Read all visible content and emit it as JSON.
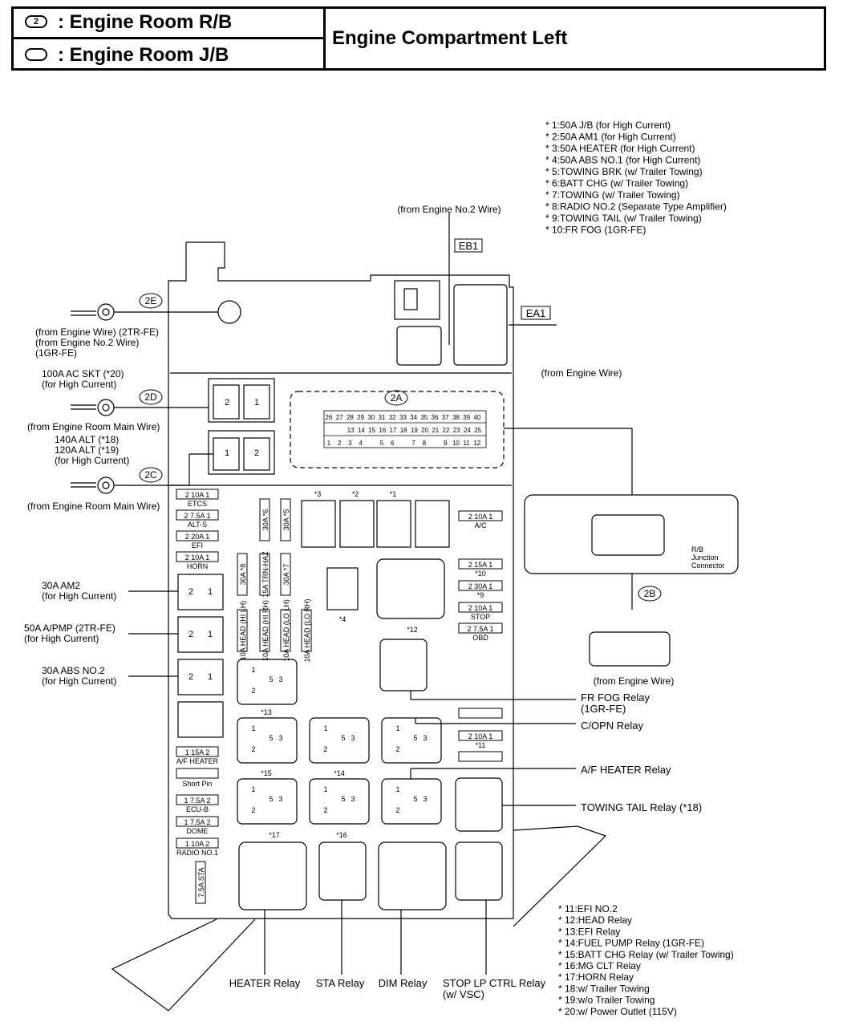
{
  "legend": {
    "r_b_symbol": "2",
    "r_b_label": ": Engine Room R/B",
    "j_b_label": ": Engine Room J/B"
  },
  "title": "Engine Compartment Left",
  "notes_top": [
    "* 1:50A J/B (for High Current)",
    "* 2:50A AM1 (for High Current)",
    "* 3:50A HEATER (for High Current)",
    "* 4:50A ABS NO.1 (for High Current)",
    "* 5:TOWING BRK (w/ Trailer Towing)",
    "* 6:BATT CHG (w/ Trailer Towing)",
    "* 7:TOWING (w/ Trailer Towing)",
    "* 8:RADIO NO.2 (Separate Type Amplifier)",
    "* 9:TOWING TAIL (w/ Trailer Towing)",
    "* 10:FR FOG (1GR-FE)"
  ],
  "notes_bottom": [
    "* 11:EFI NO.2",
    "* 12:HEAD Relay",
    "* 13:EFI Relay",
    "* 14:FUEL PUMP Relay (1GR-FE)",
    "* 15:BATT CHG Relay (w/ Trailer Towing)",
    "* 16:MG CLT Relay",
    "* 17:HORN Relay",
    "* 18:w/ Trailer Towing",
    "* 19:w/o Trailer Towing",
    "* 20:w/ Power Outlet (115V)"
  ],
  "connectors": {
    "eb1": "EB1",
    "ea1": "EA1",
    "c2a": "2A",
    "c2b": "2B",
    "c2c": "2C",
    "c2d": "2D",
    "c2e": "2E",
    "from_engine_no2": "(from Engine No.2 Wire)",
    "from_engine_wire_ea1": "(from Engine Wire)",
    "from_engine_wire_2b": "(from Engine Wire)",
    "rb_junction": [
      "R/B",
      "Junction",
      "Connector"
    ]
  },
  "left_labels": {
    "l2e": [
      "(from Engine Wire) (2TR-FE)",
      "(from Engine No.2 Wire)",
      "(1GR-FE)"
    ],
    "l_ac_skt": [
      "100A AC SKT (*20)",
      "(for High Current)"
    ],
    "l2d": "(from Engine Room Main Wire)",
    "l_alt": [
      "140A ALT (*18)",
      "120A ALT (*19)",
      "(for High Current)"
    ],
    "l2c": "(from Engine Room Main Wire)",
    "l_am2": [
      "30A AM2",
      "(for High Current)"
    ],
    "l_apmp": [
      "50A A/PMP (2TR-FE)",
      "(for High Current)"
    ],
    "l_abs2": [
      "30A ABS NO.2",
      "(for High Current)"
    ]
  },
  "fuses_left": [
    {
      "rating": "10A",
      "name": "ETCS"
    },
    {
      "rating": "7.5A",
      "name": "ALT-S"
    },
    {
      "rating": "20A",
      "name": "EFI"
    },
    {
      "rating": "10A",
      "name": "HORN"
    }
  ],
  "fuses_right": [
    {
      "rating": "10A",
      "name": "A/C"
    },
    {
      "rating": "15A",
      "name": "*10"
    },
    {
      "rating": "30A",
      "name": "*9"
    },
    {
      "rating": "10A",
      "name": "STOP"
    },
    {
      "rating": "7.5A",
      "name": "OBD"
    },
    {
      "rating": "10A",
      "name": "*11"
    }
  ],
  "fuses_lower_left": [
    {
      "rating": "15A",
      "name": "A/F HEATER"
    },
    {
      "rating": "",
      "name": "Short Pin"
    },
    {
      "rating": "7.5A",
      "name": "ECU-B"
    },
    {
      "rating": "7.5A",
      "name": "DOME"
    },
    {
      "rating": "10A",
      "name": "RADIO NO.1"
    }
  ],
  "vertical_fuses": [
    "30A *6",
    "30A *5",
    "30A *8",
    "15A TRN-HAZ",
    "30A *7",
    "10A HEAD (HI LH)",
    "10A HEAD (HI RH)",
    "10A HEAD (LO LH)",
    "10A HEAD (LO RH)",
    "7.5A STA"
  ],
  "right_relay_labels": {
    "fr_fog": [
      "FR FOG Relay",
      "(1GR-FE)"
    ],
    "c_opn": "C/OPN Relay",
    "af_heater": "A/F HEATER Relay",
    "towing_tail": "TOWING TAIL Relay (*18)"
  },
  "bottom_relay_labels": {
    "heater": "HEATER Relay",
    "sta": "STA Relay",
    "dim": "DIM Relay",
    "stop_lp": [
      "STOP LP CTRL Relay",
      "(w/ VSC)"
    ]
  },
  "star_tags": [
    "*3",
    "*2",
    "*1",
    "*4",
    "*12",
    "*13",
    "*15",
    "*14",
    "*17",
    "*16"
  ]
}
